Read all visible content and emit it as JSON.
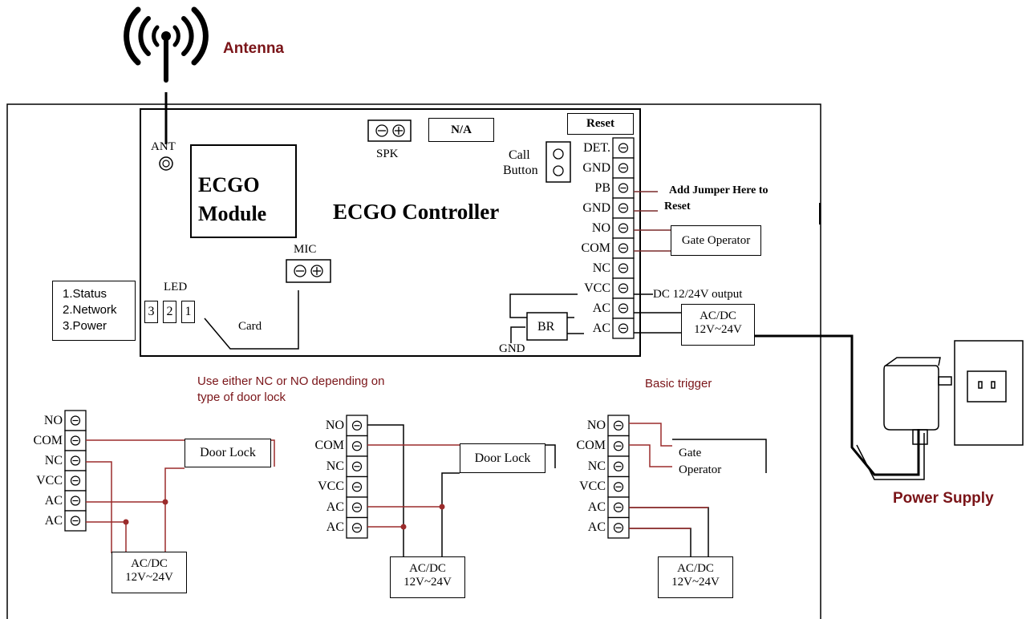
{
  "labels": {
    "antenna": "Antenna",
    "power_supply": "Power Supply",
    "ant": "ANT",
    "spk": "SPK",
    "na": "N/A",
    "reset_button": "Reset",
    "call_button_line1": "Call",
    "call_button_line2": "Button",
    "module_line1": "ECGO",
    "module_line2": "Module",
    "controller": "ECGO Controller",
    "mic": "MIC",
    "led": "LED",
    "led_1": "1",
    "led_2": "2",
    "led_3": "3",
    "card": "Card",
    "br": "BR",
    "gnd": "GND",
    "legend_1": "1.Status",
    "legend_2": "2.Network",
    "legend_3": "3.Power",
    "jumper_note_1": "Add Jumper Here to",
    "jumper_note_2": "Reset",
    "gate_operator": "Gate Operator",
    "dc_output": "DC 12/24V output",
    "acdc_line1": "AC/DC",
    "acdc_line2": "12V~24V",
    "note_nc_no_1": "Use either NC or NO depending on",
    "note_nc_no_2": "type of door lock",
    "basic_trigger": "Basic trigger",
    "door_lock": "Door Lock",
    "gate_op_line1": "Gate",
    "gate_op_line2": "Operator"
  },
  "controller_terminals": [
    "DET.",
    "GND",
    "PB",
    "GND",
    "NO",
    "COM",
    "NC",
    "VCC",
    "AC",
    "AC"
  ],
  "wiring_terminals": [
    "NO",
    "COM",
    "NC",
    "VCC",
    "AC",
    "AC"
  ],
  "colors": {
    "wire_red": "#9b2b2b",
    "title_red": "#7a1418",
    "line": "#000000"
  },
  "icons": [
    "antenna-icon",
    "power-adapter-icon",
    "wall-outlet-icon",
    "terminal-screw-icon"
  ]
}
